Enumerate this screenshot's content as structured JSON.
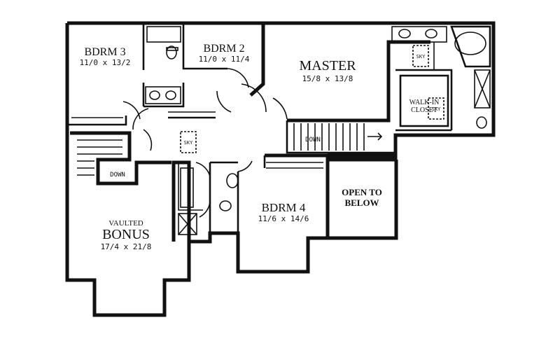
{
  "rooms": {
    "bdrm3": {
      "name": "BDRM 3",
      "dims": "11/0 x 13/2"
    },
    "bdrm2": {
      "name": "BDRM 2",
      "dims": "11/0 x 11/4"
    },
    "master": {
      "name": "MASTER",
      "dims": "15/8 x 13/8"
    },
    "walkin": {
      "line1": "WALK-IN",
      "line2": "CLOSET"
    },
    "bonus": {
      "line1": "VAULTED",
      "line2": "BONUS",
      "dims": "17/4 x 21/8"
    },
    "bdrm4": {
      "name": "BDRM 4",
      "dims": "11/6 x 14/6"
    },
    "open": {
      "line1": "OPEN TO",
      "line2": "BELOW"
    }
  },
  "labels": {
    "sky": "SKY",
    "down": "DOWN"
  }
}
